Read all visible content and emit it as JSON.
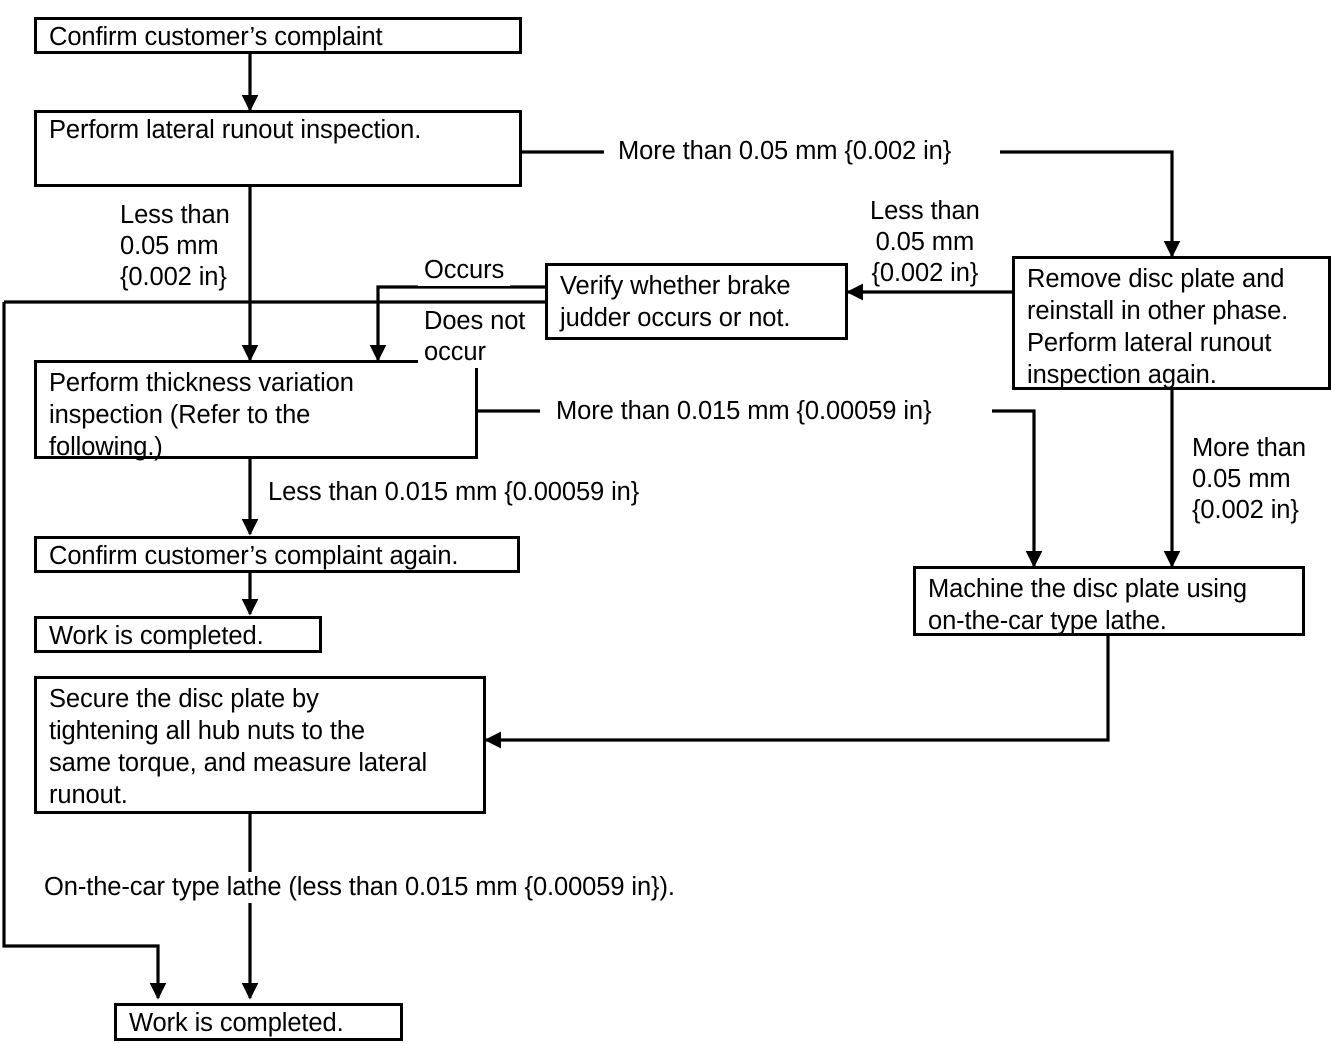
{
  "diagram": {
    "title": "Brake judder / disc plate runout diagnosis flowchart",
    "stroke_color": "#000000",
    "background_color": "#ffffff",
    "nodes": [
      {
        "id": "confirm_complaint",
        "text": "Confirm customer’s complaint"
      },
      {
        "id": "lateral_runout",
        "text": "Perform lateral runout inspection."
      },
      {
        "id": "remove_disc_plate",
        "text": "Remove disc plate and\nreinstall in other phase.\nPerform lateral runout\ninspection again."
      },
      {
        "id": "verify_judder",
        "text": "Verify whether brake\njudder occurs or not."
      },
      {
        "id": "thickness_variation",
        "text": "Perform thickness variation\ninspection (Refer to the\nfollowing.)"
      },
      {
        "id": "confirm_again",
        "text": "Confirm customer’s complaint again."
      },
      {
        "id": "work_completed_upper",
        "text": "Work is completed."
      },
      {
        "id": "secure_disc_plate",
        "text": "Secure the disc plate by\ntightening all hub nuts to the\nsame torque, and measure lateral\nrunout."
      },
      {
        "id": "machine_disc_plate",
        "text": "Machine the disc plate using\non-the-car type lathe."
      },
      {
        "id": "work_completed_lower",
        "text": "Work is completed."
      }
    ],
    "edge_labels": [
      {
        "id": "more_than_005_top",
        "text": "More than 0.05 mm {0.002 in}"
      },
      {
        "id": "less_than_005_left",
        "text": "Less than\n0.05 mm\n{0.002 in}"
      },
      {
        "id": "less_than_005_right",
        "text": "Less than\n0.05 mm\n{0.002 in}"
      },
      {
        "id": "occurs",
        "text": "Occurs"
      },
      {
        "id": "does_not_occur",
        "text": "Does not\noccur"
      },
      {
        "id": "more_than_0015",
        "text": "More than 0.015 mm {0.00059 in}"
      },
      {
        "id": "less_than_0015",
        "text": "Less than 0.015 mm {0.00059 in}"
      },
      {
        "id": "more_than_005_right",
        "text": "More than\n0.05 mm\n{0.002 in}"
      },
      {
        "id": "lathe_note",
        "text": "On-the-car type lathe (less than 0.015 mm {0.00059 in})."
      }
    ]
  }
}
